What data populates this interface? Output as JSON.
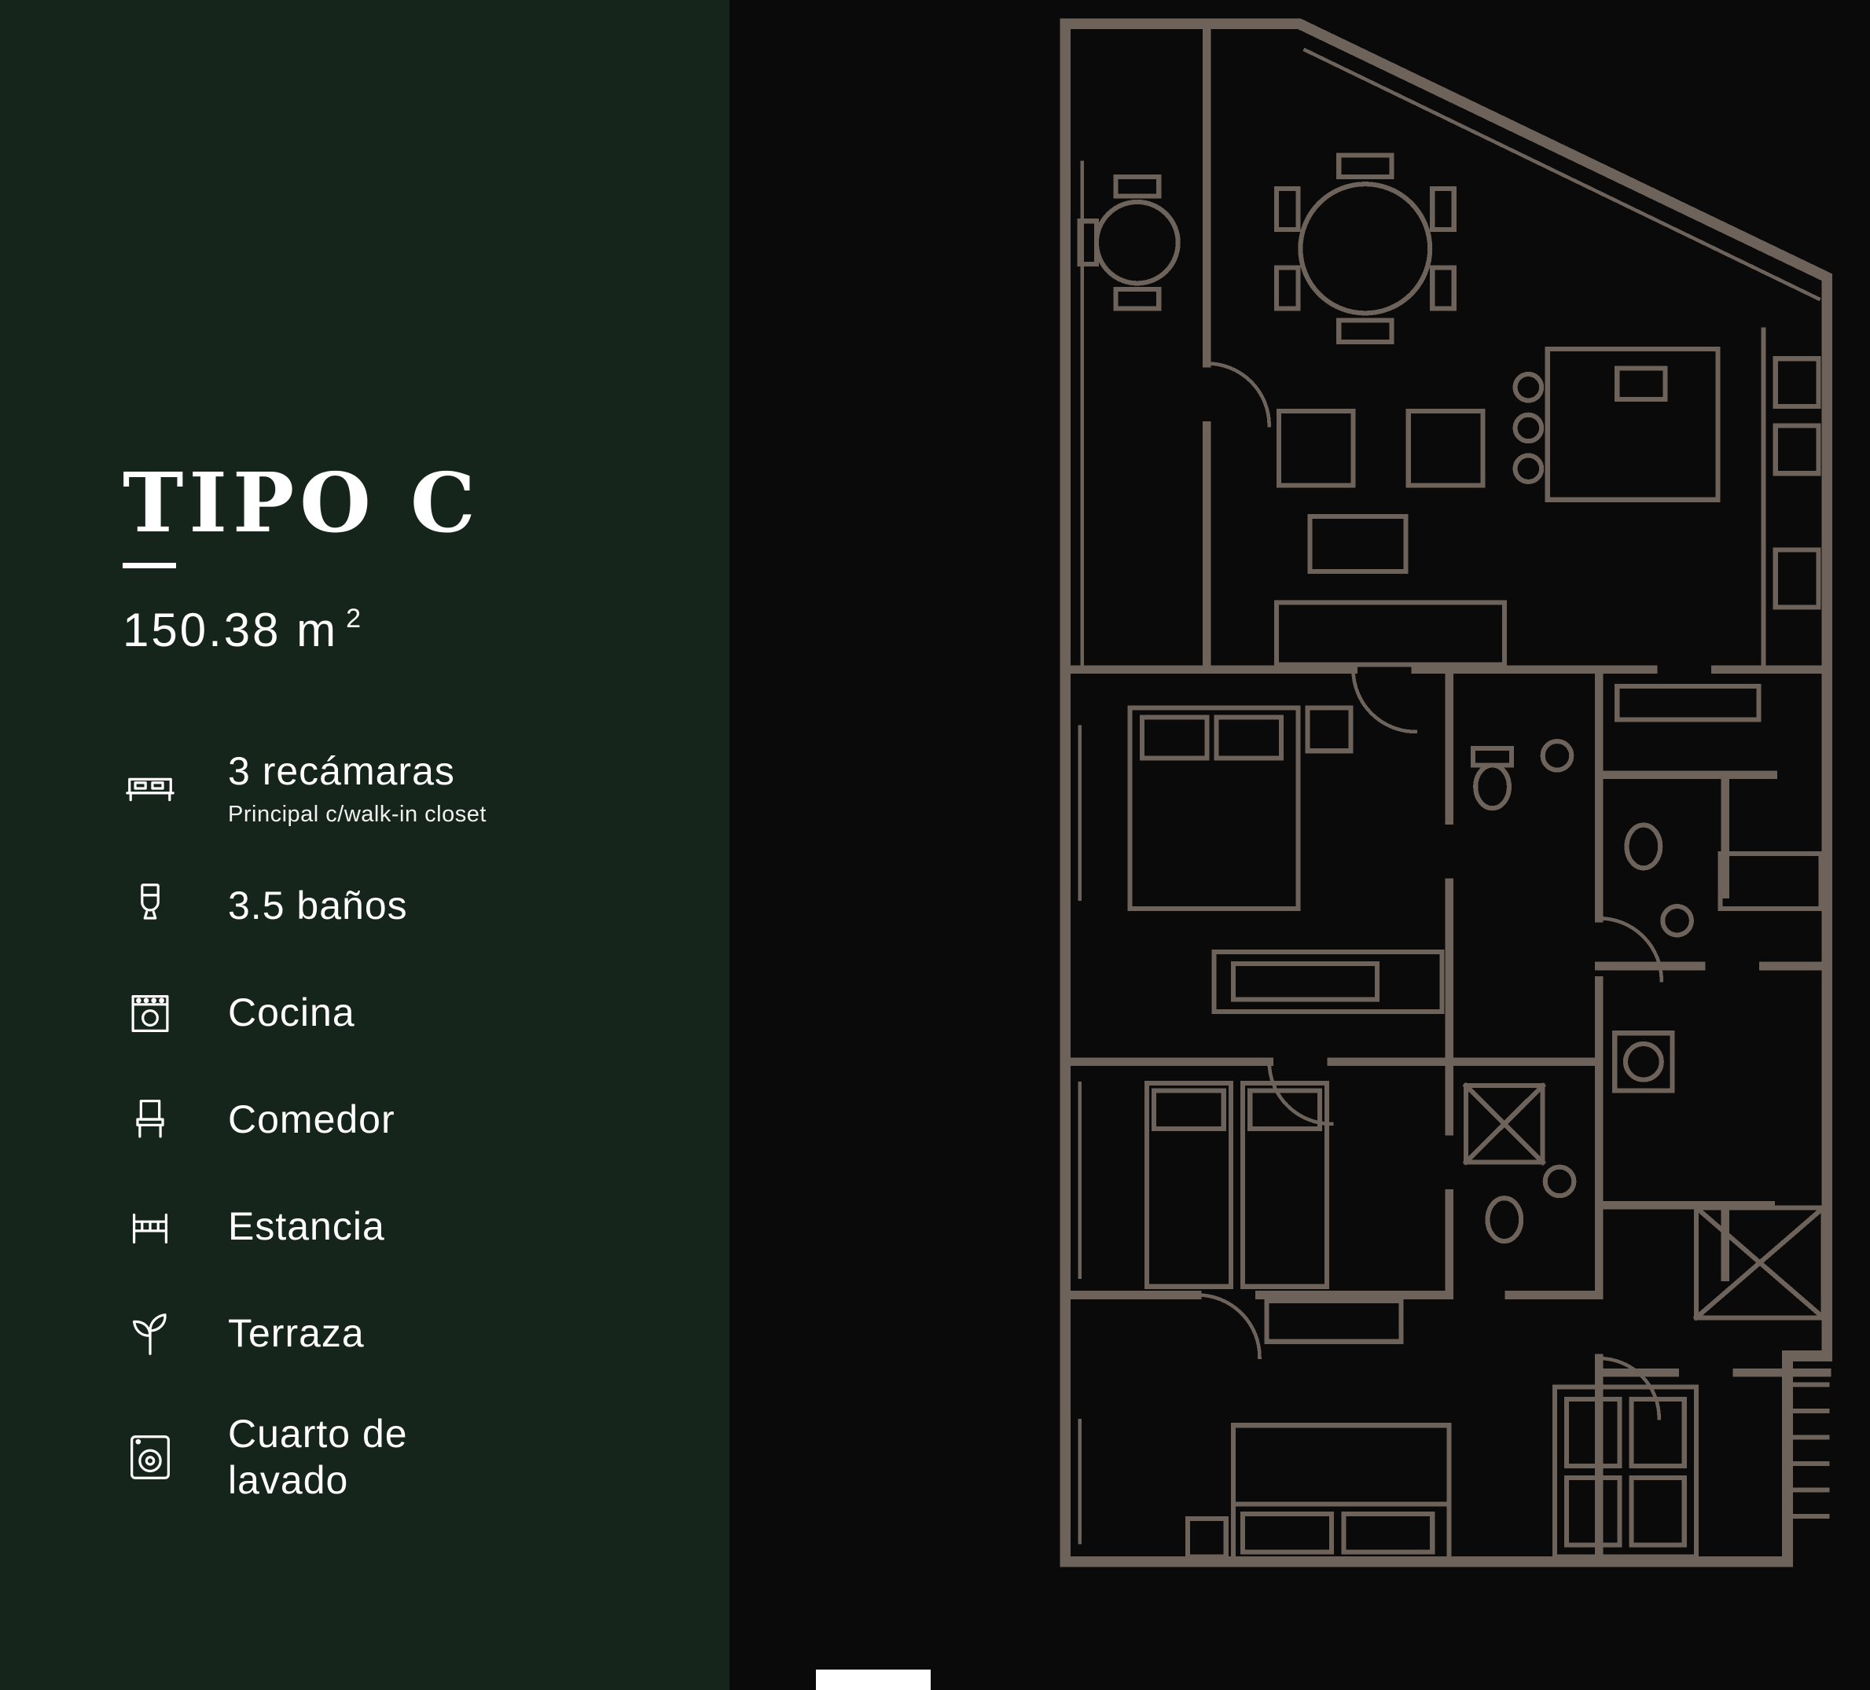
{
  "colors": {
    "panel_green": "#16251B",
    "background_black": "#0A0A0A",
    "plan_line": "#6E635A",
    "text_white": "#FFFFFF"
  },
  "panel": {
    "title": "TIPO C",
    "area": {
      "value": "150.38 m",
      "superscript": "2"
    },
    "features": [
      {
        "icon": "bed-icon",
        "label": "3 recámaras",
        "sublabel": "Principal c/walk-in closet"
      },
      {
        "icon": "toilet-icon",
        "label": "3.5 baños"
      },
      {
        "icon": "oven-icon",
        "label": "Cocina"
      },
      {
        "icon": "chair-icon",
        "label": "Comedor"
      },
      {
        "icon": "sofa-icon",
        "label": "Estancia"
      },
      {
        "icon": "plant-icon",
        "label": "Terraza"
      },
      {
        "icon": "washer-icon",
        "label": "Cuarto de lavado"
      }
    ]
  }
}
